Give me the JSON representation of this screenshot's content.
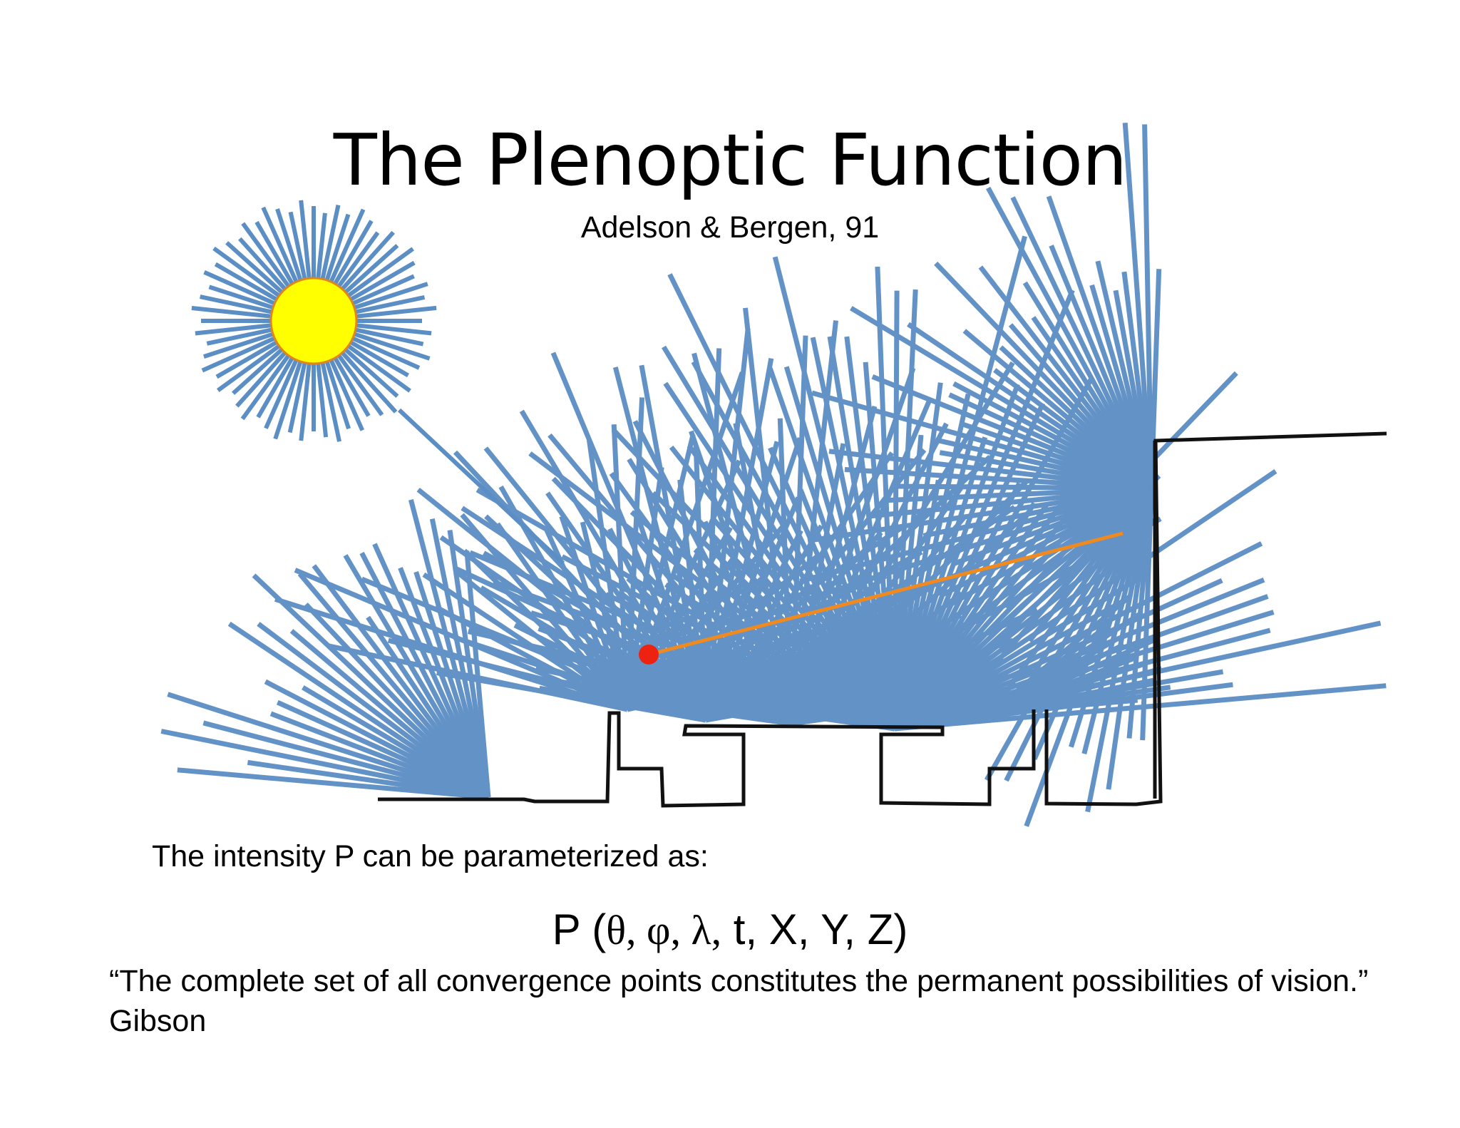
{
  "slide": {
    "title": "The Plenoptic Function",
    "subtitle": "Adelson & Bergen, 91",
    "intro": "The intensity P can be parameterized as:",
    "formula": {
      "prefix": "P (",
      "greek": "θ, φ, λ,",
      "rest": " t,  X, Y, Z)"
    },
    "quote": "“The complete set of all convergence points constitutes the permanent possibilities of vision.” Gibson"
  },
  "colors": {
    "ray": "#5b8ec4",
    "sun_fill": "#ffff00",
    "sun_stroke": "#e0851a",
    "view_ray": "#f08a1f",
    "viewpoint": "#ee2211",
    "scene_outline": "#111111"
  },
  "icons": {
    "sun": "sun-icon",
    "viewpoint": "red-dot-viewpoint"
  }
}
